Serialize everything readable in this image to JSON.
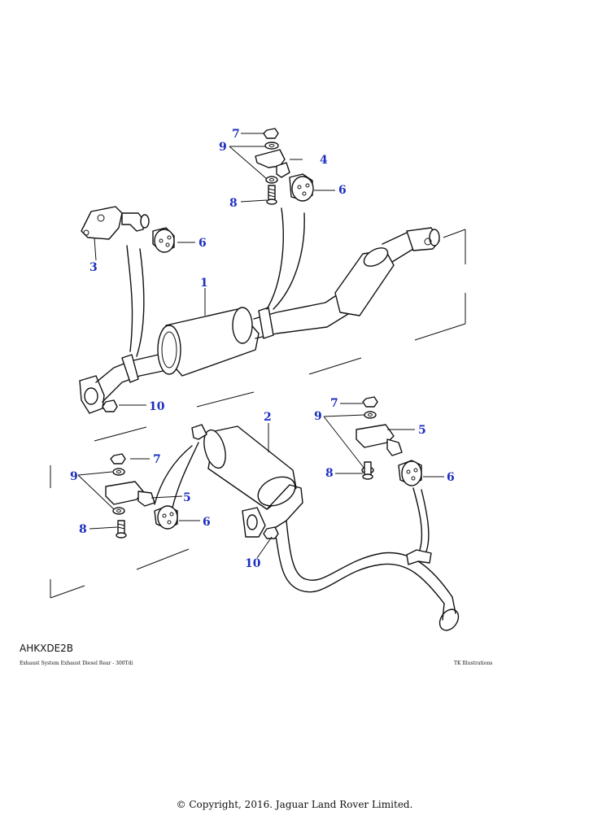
{
  "diagram": {
    "callouts": {
      "c7a": "7",
      "c9a": "9",
      "c4": "4",
      "c6a": "6",
      "c8a": "8",
      "c3": "3",
      "c6b": "6",
      "c1": "1",
      "c10a": "10",
      "c2": "2",
      "c7b": "7",
      "c9b": "9",
      "c5a": "5",
      "c8b": "8",
      "c6c": "6",
      "c7c": "7",
      "c9c": "9",
      "c5b": "5",
      "c8c": "8",
      "c6d": "6",
      "c10b": "10"
    }
  },
  "footer": {
    "reference": "AHKXDE2B",
    "caption": "Exhaust System Exhaust Diesel Rear - 300Tdi",
    "credit": "TK Illustrations",
    "copyright": "© Copyright, 2016. Jaguar Land Rover Limited."
  }
}
